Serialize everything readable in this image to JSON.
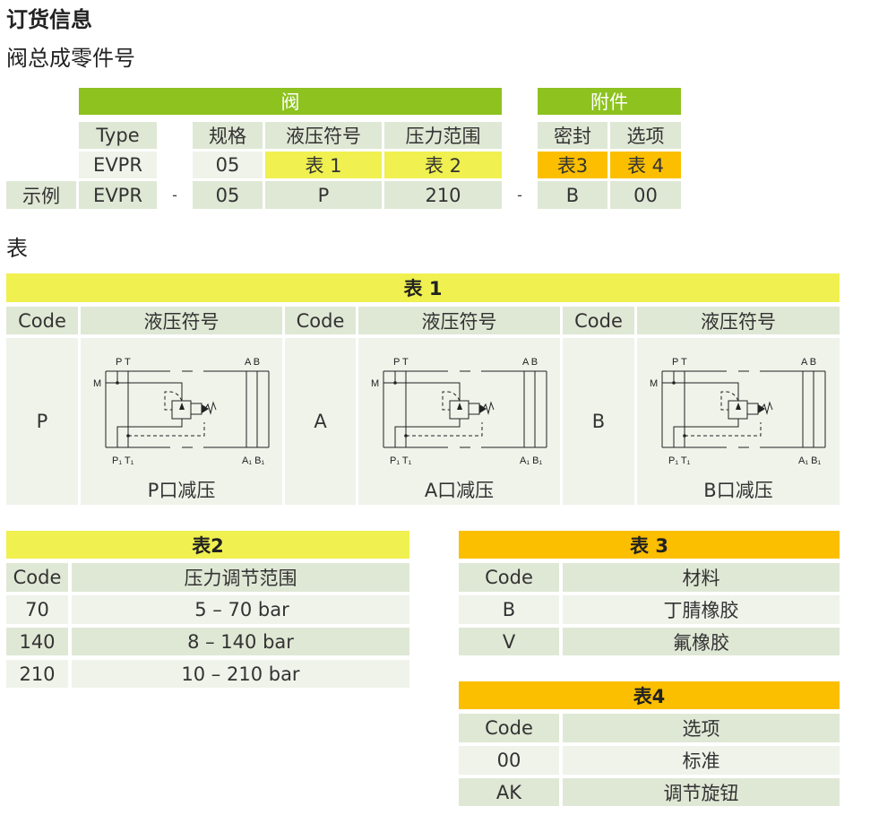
{
  "title": "订货信息",
  "subtitle": "阀总成零件号",
  "order": {
    "valve_header": "阀",
    "acc_header": "附件",
    "headers": [
      "Type",
      "规格",
      "液压符号",
      "压力范围",
      "密封",
      "选项"
    ],
    "refs": [
      "EVPR",
      "05",
      "表 1",
      "表 2",
      "表3",
      "表 4"
    ],
    "example_label": "示例",
    "example": [
      "EVPR",
      "05",
      "P",
      "210",
      "B",
      "00"
    ],
    "dash": "-"
  },
  "tables_label": "表",
  "table1": {
    "title": "表 1",
    "code_header": "Code",
    "symbol_header": "液压符号",
    "items": [
      {
        "code": "P",
        "caption": "P口减压"
      },
      {
        "code": "A",
        "caption": "A口减压"
      },
      {
        "code": "B",
        "caption": "B口减压"
      }
    ],
    "symbol_labels": {
      "pt": "P T",
      "ab": "A B",
      "p1t1": "P₁ T₁",
      "a1b1": "A₁ B₁",
      "m": "M"
    }
  },
  "table2": {
    "title": "表2",
    "headers": [
      "Code",
      "压力调节范围"
    ],
    "rows": [
      [
        "70",
        "5 – 70 bar"
      ],
      [
        "140",
        "8 – 140 bar"
      ],
      [
        "210",
        "10 – 210 bar"
      ]
    ]
  },
  "table3": {
    "title": "表 3",
    "headers": [
      "Code",
      "材料"
    ],
    "rows": [
      [
        "B",
        "丁腈橡胶"
      ],
      [
        "V",
        "氟橡胶"
      ]
    ]
  },
  "table4": {
    "title": "表4",
    "headers": [
      "Code",
      "选项"
    ],
    "rows": [
      [
        "00",
        "标准"
      ],
      [
        "AK",
        "调节旋钮"
      ]
    ]
  }
}
